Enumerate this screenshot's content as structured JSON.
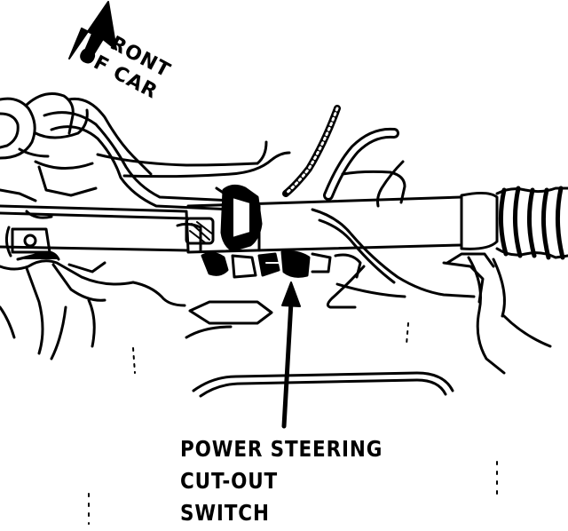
{
  "figure": {
    "direction_label": {
      "line1": "FRONT",
      "line2": "OF CAR"
    },
    "callout": {
      "line1": "POWER STEERING",
      "line2": "CUT-OUT",
      "line3": "SWITCH"
    }
  },
  "colors": {
    "ink": "#000000",
    "paper": "#ffffff"
  }
}
